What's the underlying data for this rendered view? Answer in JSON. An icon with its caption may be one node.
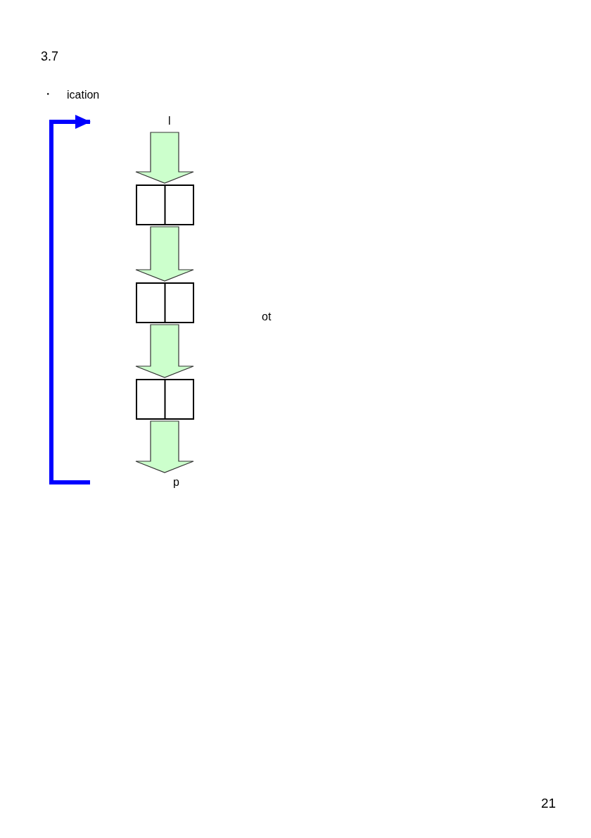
{
  "diagram": {
    "title": "3.7",
    "nodes": [
      {
        "text": [
          "l"
        ]
      },
      {
        "text": [],
        "shape": "box"
      },
      {
        "text": [],
        "shape": "box"
      },
      {
        "text": [],
        "shape": "box"
      },
      {
        "text": [
          "p"
        ]
      }
    ],
    "edges": [
      {
        "from": 0,
        "to": 1,
        "arrow": "to",
        "style": "thick"
      },
      {
        "from": 1,
        "to": 2,
        "arrow": "to",
        "style": "thick"
      },
      {
        "from": 2,
        "to": 3,
        "arrow": "to",
        "style": "thick"
      },
      {
        "from": 3,
        "to": 4,
        "arrow": "to",
        "style": "thick"
      },
      {
        "from": null,
        "to": 0,
        "arrow": "to",
        "color": "#0000ff"
      }
    ],
    "labels": [
      "・",
      "ication",
      "ot",
      "21"
    ]
  }
}
